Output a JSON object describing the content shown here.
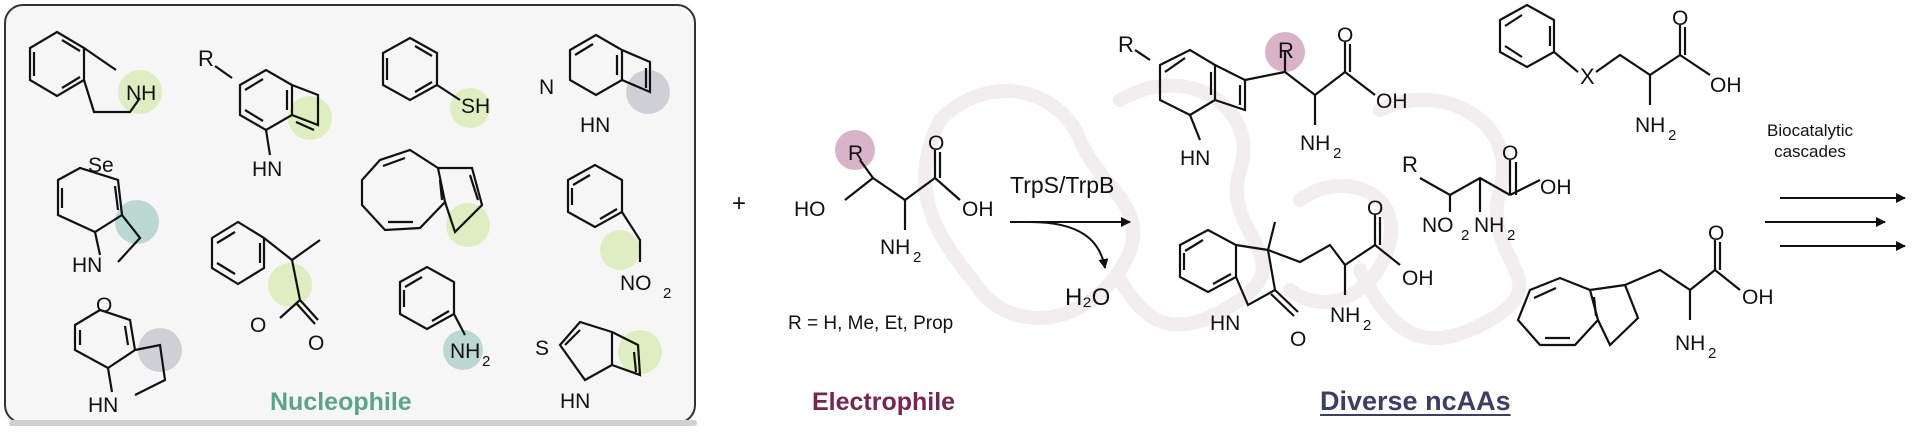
{
  "panels": {
    "nucleophile_title": "Nucleophile",
    "electrophile_title": "Electrophile",
    "products_title": "Diverse ncAAs"
  },
  "reaction": {
    "plus_sign": "+",
    "r_definition": "R = H, Me, Et, Prop",
    "enzyme_label": "TrpS/TrpB",
    "byproduct": "H₂O",
    "cascade_label_line1": "Biocatalytic",
    "cascade_label_line2": "cascades"
  },
  "atom_labels": {
    "NH": "NH",
    "SH": "SH",
    "Se": "Se",
    "HN": "HN",
    "N": "N",
    "O": "O",
    "S": "S",
    "R": "R",
    "X": "X",
    "HO": "HO",
    "OH": "OH",
    "NH2_N": "NH",
    "sub2": "2",
    "NO2_N": "NO"
  },
  "colors": {
    "nucleophile_accent": "#5aa58a",
    "electrophile_accent": "#7a2452",
    "products_accent": "#3a3f66",
    "highlight_green": "#dfeec0",
    "highlight_teal": "#bcd8d2",
    "highlight_grey": "#cfcfd6",
    "highlight_mauve": "#d9b3c8",
    "panel_background": "#f6f6f6",
    "panel_border": "#333333"
  }
}
